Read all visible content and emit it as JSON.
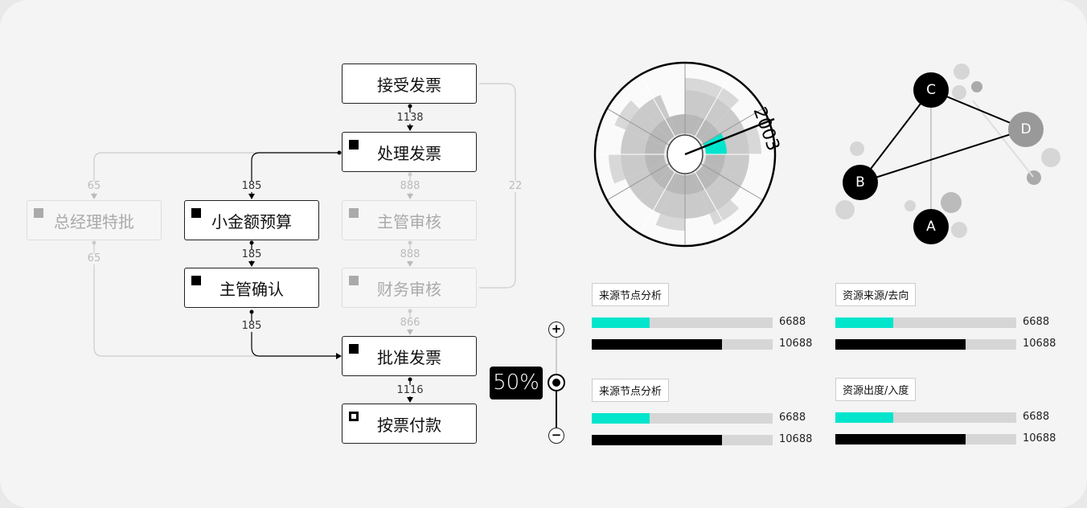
{
  "flow": {
    "nodes": [
      {
        "id": "n1",
        "label": "接受发票",
        "state": "active",
        "marker": "none"
      },
      {
        "id": "n2",
        "label": "处理发票",
        "state": "active",
        "marker": "filled"
      },
      {
        "id": "n3",
        "label": "总经理特批",
        "state": "dim",
        "marker": "filled"
      },
      {
        "id": "n4",
        "label": "小金额预算",
        "state": "active",
        "marker": "filled"
      },
      {
        "id": "n5",
        "label": "主管审核",
        "state": "dim",
        "marker": "filled"
      },
      {
        "id": "n6",
        "label": "主管确认",
        "state": "active",
        "marker": "filled"
      },
      {
        "id": "n7",
        "label": "财务审核",
        "state": "dim",
        "marker": "filled"
      },
      {
        "id": "n8",
        "label": "批准发票",
        "state": "active",
        "marker": "filled"
      },
      {
        "id": "n9",
        "label": "按票付款",
        "state": "active",
        "marker": "hollow"
      }
    ],
    "edges": {
      "e1": "1138",
      "e2": "65",
      "e3": "185",
      "e4": "888",
      "e5": "22",
      "e6": "65",
      "e7": "185",
      "e8": "888",
      "e9": "185",
      "e10": "866",
      "e11": "1116"
    }
  },
  "zoom": {
    "level": "50%",
    "plus": "+",
    "minus": "−"
  },
  "radial": {
    "highlight_value": "2003",
    "highlight_color": "#00e5cc",
    "levels": [
      3,
      3,
      2,
      3,
      2,
      2,
      3,
      2,
      3,
      2,
      2,
      3,
      2,
      3,
      2,
      1
    ]
  },
  "graph": {
    "nodes": [
      {
        "label": "C"
      },
      {
        "label": "D"
      },
      {
        "label": "B"
      },
      {
        "label": "A"
      }
    ]
  },
  "panels": [
    {
      "title": "来源节点分析",
      "bars": [
        {
          "value": "6688",
          "fraction": 0.32,
          "color": "#00e5cc"
        },
        {
          "value": "10688",
          "fraction": 0.72,
          "color": "#000000"
        }
      ]
    },
    {
      "title": "资源来源/去向",
      "bars": [
        {
          "value": "6688",
          "fraction": 0.32,
          "color": "#00e5cc"
        },
        {
          "value": "10688",
          "fraction": 0.72,
          "color": "#000000"
        }
      ]
    },
    {
      "title": "来源节点分析",
      "bars": [
        {
          "value": "6688",
          "fraction": 0.32,
          "color": "#00e5cc"
        },
        {
          "value": "10688",
          "fraction": 0.72,
          "color": "#000000"
        }
      ]
    },
    {
      "title": "资源出度/入度",
      "bars": [
        {
          "value": "6688",
          "fraction": 0.32,
          "color": "#00e5cc"
        },
        {
          "value": "10688",
          "fraction": 0.72,
          "color": "#000000"
        }
      ]
    }
  ]
}
